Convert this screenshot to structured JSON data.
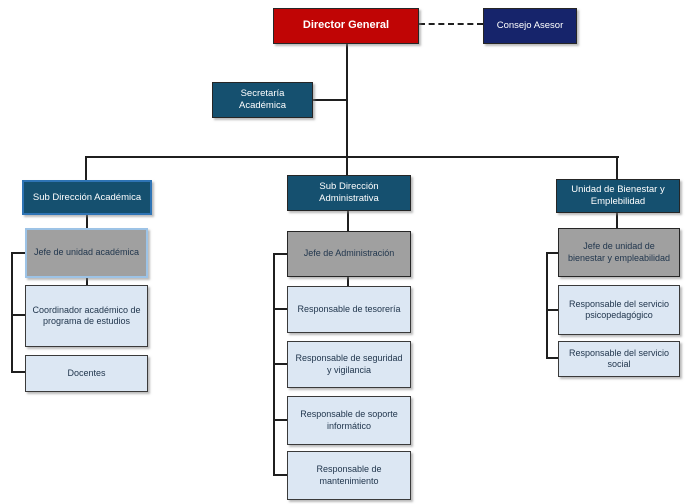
{
  "colors": {
    "director_red": "#C00505",
    "navy": "#16246B",
    "teal": "#15506F",
    "gray_fill": "#A0A0A0",
    "light_blue_fill": "#DCE7F3",
    "light_blue_border": "#9DC3E6",
    "accent_blue_border": "#2E74B5",
    "line_color": "#1F1F1F",
    "text_dark": "#21364D"
  },
  "org": {
    "director": {
      "label": "Director General"
    },
    "consejo": {
      "label": "Consejo Asesor"
    },
    "secretaria": {
      "label": "Secretaría Académica"
    },
    "branch_academica": {
      "header": "Sub Dirección Académica",
      "children": [
        "Jefe de unidad académica",
        "Coordinador académico de programa de estudios",
        "Docentes"
      ]
    },
    "branch_administrativa": {
      "header": "Sub Dirección Administrativa",
      "children": [
        "Jefe de Administración",
        "Responsable de tesorería",
        "Responsable de seguridad y vigilancia",
        "Responsable de soporte informático",
        "Responsable de mantenimiento"
      ]
    },
    "branch_bienestar": {
      "header": "Unidad de Bienestar y Emplebilidad",
      "children": [
        "Jefe de unidad de bienestar y empleabilidad",
        "Responsable del servicio psicopedagógico",
        "Responsable del servicio social"
      ]
    }
  }
}
